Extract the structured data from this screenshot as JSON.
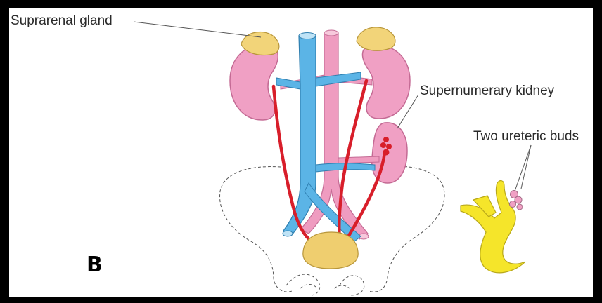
{
  "labels": {
    "suprarenal_gland": "Suprarenal gland",
    "supernumerary_kidney": "Supernumerary kidney",
    "two_ureteric_buds": "Two ureteric buds",
    "panel_letter": "B"
  },
  "colors": {
    "frame": "#000000",
    "background": "#ffffff",
    "kidney": "#f0a0c4",
    "kidney_outline": "#c46a94",
    "suprarenal": "#f2d479",
    "ureter": "#d81e2a",
    "vena_cava": "#5bb4e6",
    "aorta": "#ef9cc0",
    "bladder": "#efce6f",
    "ureteric_bud": "#f5e52a",
    "pelvis_outline": "#555555"
  }
}
